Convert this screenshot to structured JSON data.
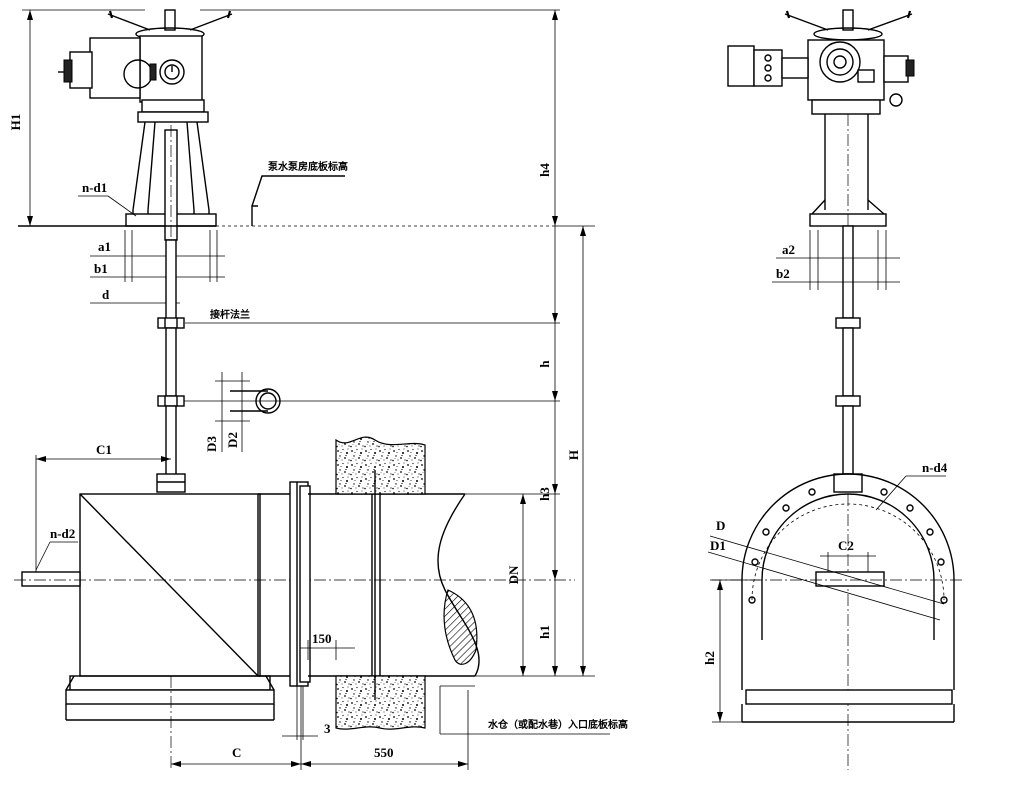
{
  "labels": {
    "H1": "H1",
    "n_d1": "n-d1",
    "pump_floor_note": "泵水泵房底板标高",
    "a1": "a1",
    "b1": "b1",
    "d": "d",
    "stem_flange": "接杆法兰",
    "h4": "h4",
    "h": "h",
    "D3": "D3",
    "D2": "D2",
    "C1": "C1",
    "H": "H",
    "h3": "h3",
    "n_d2": "n-d2",
    "DN": "DN",
    "h1": "h1",
    "dim_150": "150",
    "dim_3": "3",
    "inlet_floor_note": "水仓（或配水巷）入口底板标高",
    "C": "C",
    "dim_550": "550",
    "a2": "a2",
    "b2": "b2",
    "n_d4": "n-d4",
    "D": "D",
    "D1": "D1",
    "C2": "C2",
    "h2": "h2"
  }
}
